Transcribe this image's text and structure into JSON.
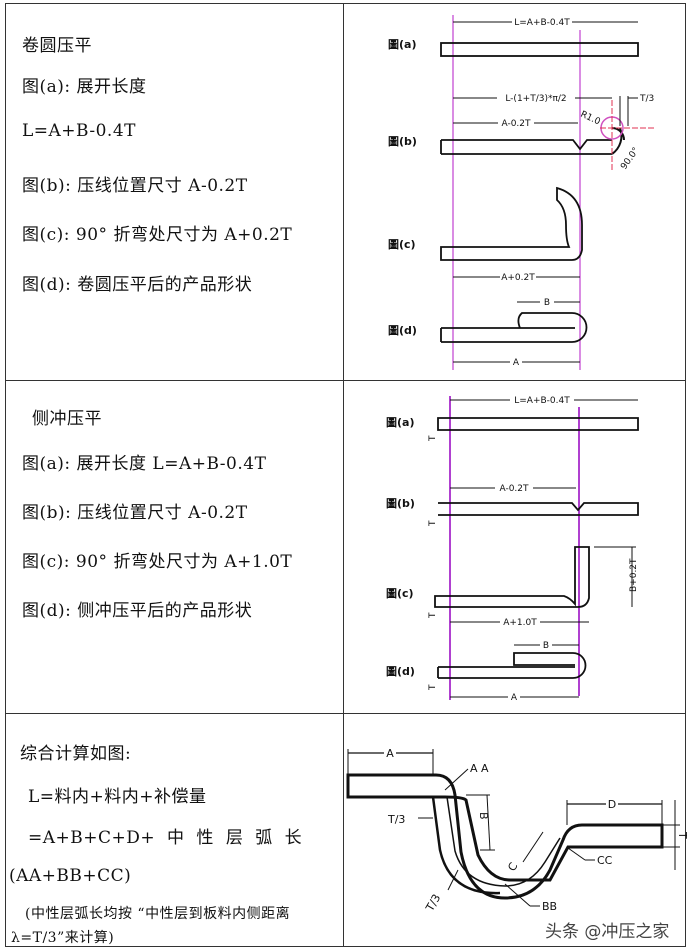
{
  "section1": {
    "lines": [
      "卷圆压平",
      "图(a): 展开长度",
      "L=A+B-0.4T",
      "图(b): 压线位置尺寸  A-0.2T",
      "图(c): 90° 折弯处尺寸为 A+0.2T",
      "图(d): 卷圆压平后的产品形状"
    ],
    "figure": {
      "labels": [
        "圖(a)",
        "圖(b)",
        "圖(c)",
        "圖(d)"
      ],
      "dim_L": "L=A+B-0.4T",
      "dim_b_total": "L-(1+T/3)*π/2",
      "dim_b": "A-0.2T",
      "dim_t3": "T/3",
      "radius": "R1.0",
      "angle": "90.0°",
      "dim_c": "A+0.2T",
      "dim_d_B": "B",
      "dim_d_A": "A"
    }
  },
  "section2": {
    "lines": [
      "侧冲压平",
      "图(a): 展开长度 L=A+B-0.4T",
      "图(b): 压线位置尺寸  A-0.2T",
      "图(c): 90° 折弯处尺寸为 A+1.0T",
      "图(d): 侧冲压平后的产品形状"
    ],
    "figure": {
      "labels": [
        "圖(a)",
        "圖(b)",
        "圖(c)",
        "圖(d)"
      ],
      "dim_L": "L=A+B-0.4T",
      "dim_b": "A-0.2T",
      "dim_c_h": "A+1.0T",
      "dim_c_v": "B+0.2T",
      "dim_d_B": "B",
      "dim_d_A": "A",
      "thickness": "T"
    }
  },
  "section3": {
    "lines": [
      "综合计算如图:",
      "L=料内+料内+补偿量",
      "=A+B+C+D+  中  性  层  弧  长",
      "(AA+BB+CC)",
      "(中性层弧长均按 “中性层到板料内侧距离",
      "λ=T/3”来计算)"
    ],
    "figure": {
      "A": "A",
      "AA": "A A",
      "B": "B",
      "T3a": "T/3",
      "C": "C",
      "CC": "CC",
      "BB": "BB",
      "T3b": "T/3",
      "D": "D",
      "T": "T"
    }
  },
  "watermark": "头条 @冲压之家",
  "colors": {
    "guide_line": "#c040d0",
    "center_line": "#e03050"
  }
}
